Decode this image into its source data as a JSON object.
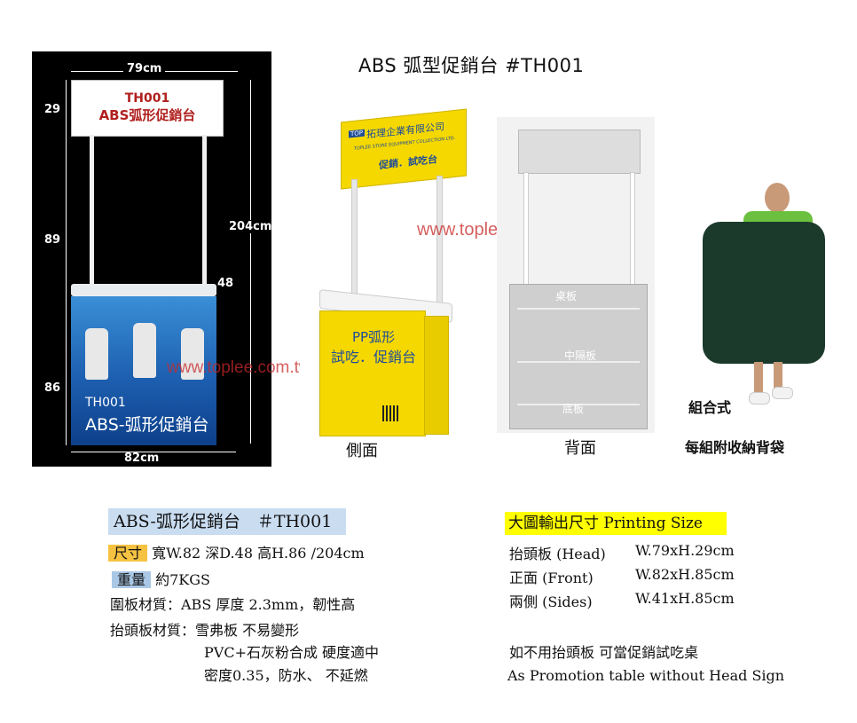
{
  "title": "ABS 弧型促銷台 #TH001",
  "diagram": {
    "width_top": "79cm",
    "width_bottom": "82cm",
    "height_total": "204cm",
    "depth": "48",
    "seg_head": "29",
    "seg_mid": "89",
    "seg_base": "86",
    "sign_line1": "TH001",
    "sign_line2": "ABS弧形促銷台",
    "body_model": "TH001",
    "body_name": "ABS-弧形促銷台",
    "watermark": "www.toplee.com.tw"
  },
  "side_photo": {
    "head_company": "拓理企業有限公司",
    "head_english": "TOPLEE STORE EQUIPMENT COLLECTION LTD.",
    "head_slogan": "促銷．試吃台",
    "head_logo": "TOP",
    "body_line1": "PP弧形",
    "body_line2": "試吃．促銷台",
    "caption": "側面"
  },
  "watermark_center": "www.toplee.com.tw",
  "back_photo": {
    "label_top": "桌板",
    "label_mid": "中隔板",
    "label_bottom": "底板",
    "caption": "背面"
  },
  "bag_photo": {
    "label": "組合式",
    "caption": "每組附收納背袋"
  },
  "specs": {
    "title": "ABS-弧形促銷台　＃TH001",
    "size_label": "尺寸",
    "size_value": "寬W.82  深D.48  高H.86 /204cm",
    "weight_label": "重量",
    "weight_value": "約7KGS",
    "panel_material": "圍板材質：ABS 厚度 2.3mm，韌性高",
    "head_material": "抬頭板材質：雪弗板  不易變形",
    "head_material_2": "PVC+石灰粉合成 硬度適中",
    "head_material_3": "密度0.35，防水、 不延燃"
  },
  "printing": {
    "title": "大圖輸出尺寸 Printing Size",
    "rows": [
      {
        "part": "抬頭板 (Head)",
        "size": "W.79xH.29cm"
      },
      {
        "part": "正面 (Front)",
        "size": "W.82xH.85cm"
      },
      {
        "part": "兩側 (Sides)",
        "size": "W.41xH.85cm"
      }
    ],
    "note_cn": "如不用抬頭板 可當促銷試吃桌",
    "note_en": "As Promotion table without Head Sign"
  }
}
